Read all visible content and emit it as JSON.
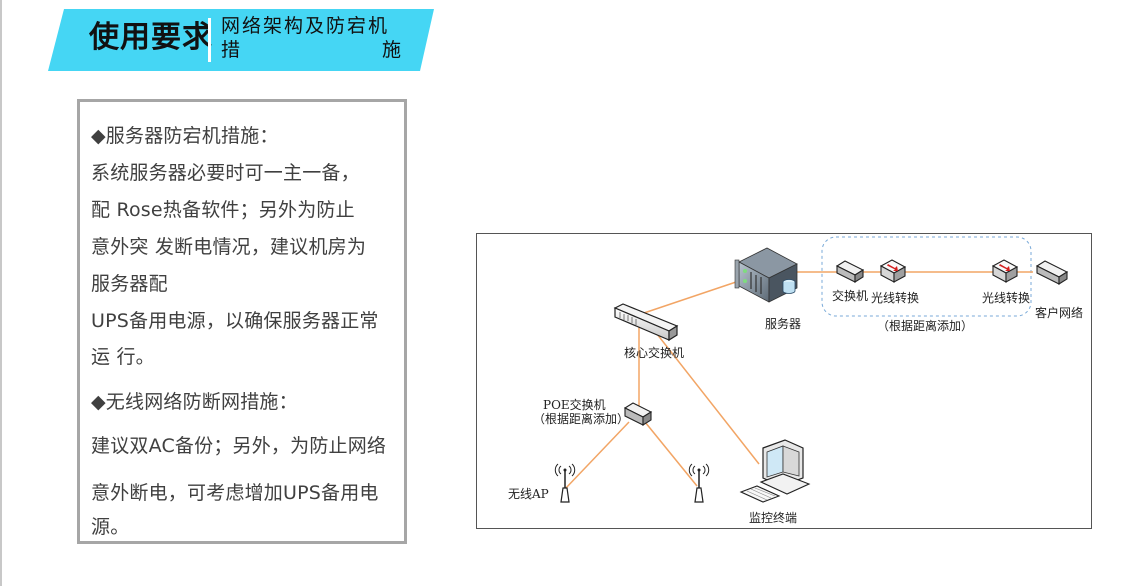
{
  "banner": {
    "title": "使用要求",
    "subtitle_line1": "网络架构及防宕机",
    "subtitle_line2_left": "措",
    "subtitle_line2_right": "施",
    "color": "#45d6f4"
  },
  "textbox": {
    "lines": [
      "◆服务器防宕机措施：",
      "系统服务器必要时可一主一备，",
      "配 Rose热备软件；另外为防止",
      "意外突 发断电情况，建议机房为",
      "服务器配",
      "UPS备用电源，以确保服务器正常",
      "运 行。",
      "◆无线网络防断网措施：",
      "建议双AC备份；另外，为防止网络",
      "意外断电，可考虑增加UPS备用电",
      "源。"
    ]
  },
  "diagram": {
    "link_color": "#f0a060",
    "nodes": {
      "server": "服务器",
      "switch": "交换机",
      "fiber1": "光线转换",
      "fiber2": "光线转换",
      "client": "客户网络",
      "distance_note": "（根据距离添加）",
      "core_switch": "核心交换机",
      "poe_switch": "POE交换机",
      "poe_note": "（根据距离添加）",
      "wireless_ap": "无线AP",
      "monitor": "监控终端"
    }
  }
}
